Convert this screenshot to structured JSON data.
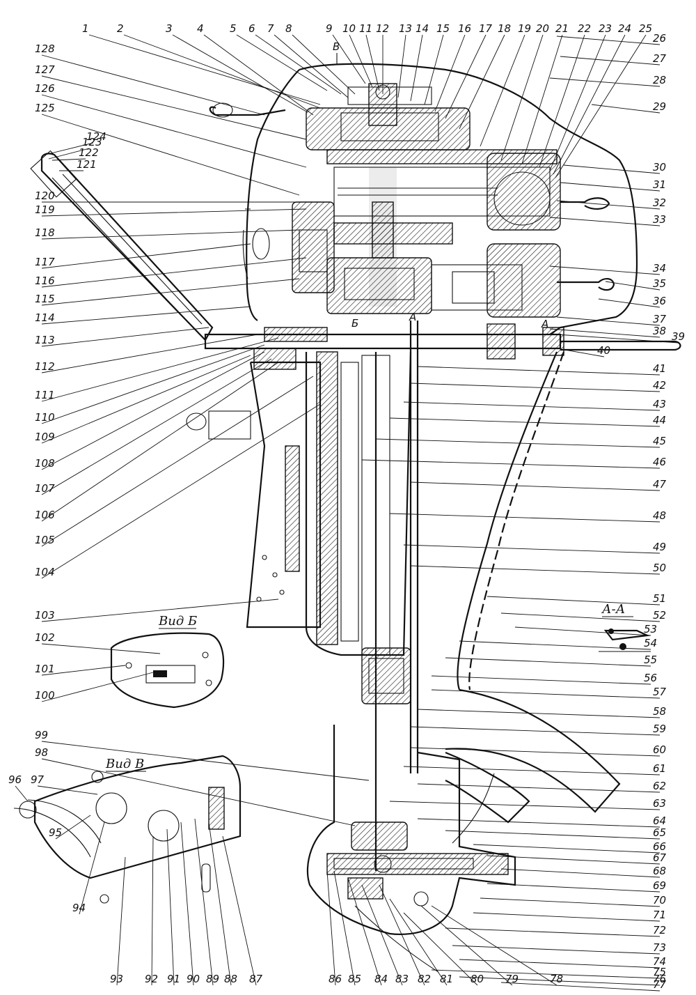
{
  "figure": {
    "callouts_top": [
      "1",
      "2",
      "3",
      "4",
      "5",
      "6",
      "7",
      "8",
      "9",
      "10",
      "11",
      "12",
      "13",
      "14",
      "15",
      "16",
      "17",
      "18",
      "19",
      "20",
      "21",
      "22",
      "23",
      "24",
      "25"
    ],
    "callouts_right": [
      "26",
      "27",
      "28",
      "29",
      "30",
      "31",
      "32",
      "33",
      "34",
      "35",
      "36",
      "37",
      "38",
      "39",
      "40",
      "41",
      "42",
      "43",
      "44",
      "45",
      "46",
      "47",
      "48",
      "49",
      "50",
      "51",
      "52",
      "53",
      "54",
      "55",
      "56",
      "57",
      "58",
      "59",
      "60",
      "61",
      "62",
      "63",
      "64",
      "65",
      "66",
      "67",
      "68",
      "69",
      "70",
      "71",
      "72",
      "73",
      "74",
      "75",
      "76",
      "77"
    ],
    "callouts_bottom": [
      "78",
      "79",
      "80",
      "81",
      "82",
      "83",
      "84",
      "85",
      "86",
      "87",
      "88",
      "89",
      "90",
      "91",
      "92",
      "93",
      "94",
      "95"
    ],
    "callouts_left": [
      "96",
      "97",
      "98",
      "99",
      "100",
      "101",
      "102",
      "103",
      "104",
      "105",
      "106",
      "107",
      "108",
      "109",
      "110",
      "111",
      "112",
      "113",
      "114",
      "115",
      "116",
      "117",
      "118",
      "119",
      "120",
      "121",
      "122",
      "123",
      "124",
      "125",
      "126",
      "127",
      "128"
    ],
    "view_b_label": "Вид Б",
    "view_v_label": "Вид В",
    "section_label": "А-А",
    "marker_v": "В",
    "marker_a": "А",
    "marker_b": "Б"
  }
}
